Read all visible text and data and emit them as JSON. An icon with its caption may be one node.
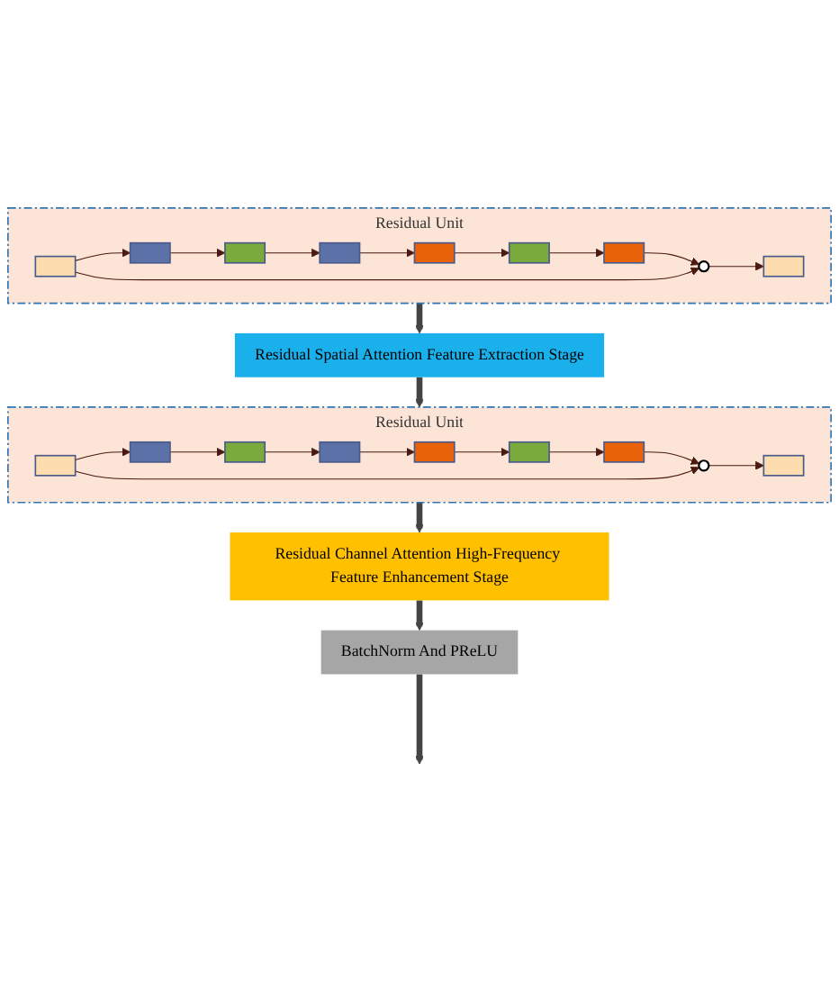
{
  "diagram": {
    "nodes": [
      {
        "text": [
          "Residual Unit"
        ]
      },
      {
        "text": [],
        "shape": "cube",
        "in": 0
      },
      {
        "text": [],
        "shape": "cube",
        "in": 0
      },
      {
        "text": [],
        "shape": "grid",
        "in": 0
      },
      {
        "text": [],
        "shape": "cube",
        "in": 0
      },
      {
        "text": [],
        "shape": "cube",
        "in": 0
      },
      {
        "text": [],
        "shape": "grid",
        "in": 0
      },
      {
        "text": [],
        "shape": "cube",
        "in": 0
      },
      {
        "text": [],
        "shape": "circle",
        "in": 0
      },
      {
        "text": [],
        "shape": "cube",
        "in": 0
      },
      {
        "text": [
          "Residual Spatial Attention Feature Extraction Stage"
        ]
      },
      {
        "text": [
          "Residual Unit"
        ]
      },
      {
        "text": [],
        "shape": "cube",
        "in": 11
      },
      {
        "text": [],
        "shape": "cube",
        "in": 11
      },
      {
        "text": [],
        "shape": "grid",
        "in": 11
      },
      {
        "text": [],
        "shape": "cube",
        "in": 11
      },
      {
        "text": [],
        "shape": "cube",
        "in": 11
      },
      {
        "text": [],
        "shape": "grid",
        "in": 11
      },
      {
        "text": [],
        "shape": "cube",
        "in": 11
      },
      {
        "text": [],
        "shape": "circle",
        "in": 11
      },
      {
        "text": [],
        "shape": "cube",
        "in": 11
      },
      {
        "text": [
          "Residual Channel Attention High-Frequency Feature Enhancement Stage"
        ]
      },
      {
        "text": [
          "BatchNorm And PReLU"
        ]
      }
    ],
    "edges": [
      {
        "from": 1,
        "to": 2,
        "arrow": "to"
      },
      {
        "from": 2,
        "to": 3,
        "arrow": "to"
      },
      {
        "from": 3,
        "to": 4,
        "arrow": "to"
      },
      {
        "from": 4,
        "to": 5,
        "arrow": "to"
      },
      {
        "from": 5,
        "to": 6,
        "arrow": "to"
      },
      {
        "from": 6,
        "to": 7,
        "arrow": "to"
      },
      {
        "from": 7,
        "to": 8,
        "arrow": "to"
      },
      {
        "from": 8,
        "to": 9,
        "arrow": "to"
      },
      {
        "from": 1,
        "to": 8,
        "arrow": "to"
      },
      {
        "from": 0,
        "to": 10,
        "arrow": "to",
        "style": "thick"
      },
      {
        "from": 10,
        "to": 11,
        "arrow": "to",
        "style": "thick"
      },
      {
        "from": 12,
        "to": 13,
        "arrow": "to"
      },
      {
        "from": 13,
        "to": 14,
        "arrow": "to"
      },
      {
        "from": 14,
        "to": 15,
        "arrow": "to"
      },
      {
        "from": 15,
        "to": 16,
        "arrow": "to"
      },
      {
        "from": 16,
        "to": 17,
        "arrow": "to"
      },
      {
        "from": 17,
        "to": 18,
        "arrow": "to"
      },
      {
        "from": 18,
        "to": 19,
        "arrow": "to"
      },
      {
        "from": 19,
        "to": 20,
        "arrow": "to"
      },
      {
        "from": 12,
        "to": 19,
        "arrow": "to"
      },
      {
        "from": 11,
        "to": 21,
        "arrow": "to",
        "style": "thick"
      },
      {
        "from": 21,
        "to": 22,
        "arrow": "to",
        "style": "thick"
      },
      {
        "from": 22,
        "to": null,
        "arrow": "to",
        "style": "thick"
      }
    ]
  }
}
